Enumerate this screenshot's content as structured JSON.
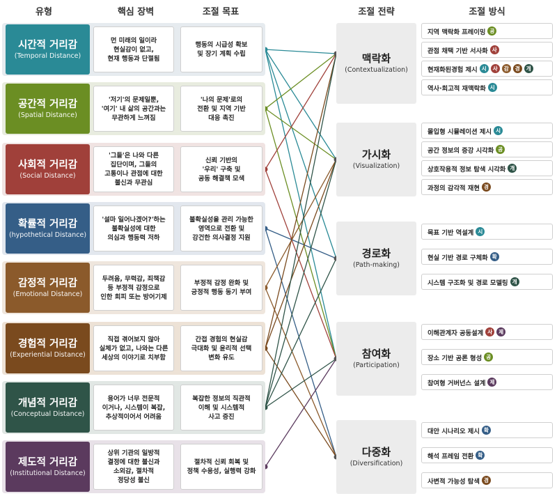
{
  "headers": {
    "type": "유형",
    "barrier": "핵심 장벽",
    "goal": "조절 목표",
    "strategy": "조절 전략",
    "method": "조절 방식"
  },
  "tag_colors": {
    "공": "#6b8e23",
    "사": "#a0403a",
    "시": "#2a8a96",
    "감": "#8b5a2b",
    "경": "#7a4a1e",
    "개": "#2f5448",
    "확": "#355e87",
    "제": "#5b3a5e"
  },
  "types": [
    {
      "id": "temporal",
      "title": "시간적 거리감",
      "subtitle": "(Temporal Distance)",
      "color": "#2a8a96",
      "band": "#e6ebef",
      "barrier": "먼 미래의 일이라\n현실감이 없고,\n현재 행동과 단절됨",
      "goal": "행동의 시급성 확보\n및 장기 계획 수립",
      "links": [
        0,
        1,
        2,
        3
      ]
    },
    {
      "id": "spatial",
      "title": "공간적 거리감",
      "subtitle": "(Spatial Distance)",
      "color": "#6b8e23",
      "band": "#e8ecdf",
      "barrier": "'저기'의 문제일뿐,\n'여기' 내 삶의 공간과는\n무관하게 느껴짐",
      "goal": "'나의 문제'로의\n전환 및 지역 기반\n대응 촉진",
      "links": [
        0,
        1,
        3
      ]
    },
    {
      "id": "social",
      "title": "사회적 거리감",
      "subtitle": "(Social Distance)",
      "color": "#a0403a",
      "band": "#f0e3e2",
      "barrier": "'그들'은 나와 다른\n집단이며, 그들의\n고통이나 관점에 대한\n불신과 무관심",
      "goal": "신뢰 기반의\n'우리' 구축 및\n공동 해결책 모색",
      "links": [
        0,
        3
      ]
    },
    {
      "id": "hypothetical",
      "title": "확률적 거리감",
      "subtitle": "(hypothetical Distance)",
      "color": "#355e87",
      "band": "#e2e7ee",
      "barrier": "'설마 일어나겠어?'하는\n불확실성에 대한\n의심과 행동력 저하",
      "goal": "불확실성을 관리 가능한\n영역으로 전환 및\n강건한 의사결정 지원",
      "links": [
        2,
        4
      ]
    },
    {
      "id": "emotional",
      "title": "감정적 거리감",
      "subtitle": "(Emotional Distance)",
      "color": "#8b5a2b",
      "band": "#efe6dd",
      "barrier": "두려움, 무력감, 죄책감\n등 부정적 감정으로\n인한 회피 또는 방어기제",
      "goal": "부정적 감정 완화 및\n긍정적 행동 동기 부여",
      "links": [
        1,
        4
      ]
    },
    {
      "id": "experiential",
      "title": "경험적 거리감",
      "subtitle": "(Experiential Distance)",
      "color": "#7a4a1e",
      "band": "#ede2d6",
      "barrier": "직접 겪어보지 않아\n실체가 없고, 나와는 다른\n세상의 이야기로 치부함",
      "goal": "간접 경험의 현실감\n극대화 및 윤리적 선택\n변화 유도",
      "links": [
        0,
        1,
        4
      ]
    },
    {
      "id": "conceptual",
      "title": "개념적 거리감",
      "subtitle": "(Conceptual Distance)",
      "color": "#2f5448",
      "band": "#e1e7e4",
      "barrier": "용어가 너무 전문적\n이거나, 시스템이 복잡,\n추상적이어서 어려움",
      "goal": "복잡한 정보의 직관적\n이해 및 시스템적\n사고 증진",
      "links": [
        0,
        1,
        2,
        3
      ]
    },
    {
      "id": "institutional",
      "title": "제도적 거리감",
      "subtitle": "(Institutional Distance)",
      "color": "#5b3a5e",
      "band": "#e8e1e8",
      "barrier": "상위 기관의 일방적\n결정에 대한 불신과\n소외감, 절차적\n정당성 불신",
      "goal": "절차적 신뢰 회복 및\n정책 수용성, 실행력 강화",
      "links": [
        3
      ]
    }
  ],
  "strategies": [
    {
      "id": "contextualization",
      "title": "맥락화",
      "subtitle": "(Contextualization)",
      "methods": [
        {
          "label": "지역 맥락화 프레이밍",
          "tags": [
            "공"
          ]
        },
        {
          "label": "관점 채택 기반 서사화",
          "tags": [
            "사"
          ]
        },
        {
          "label": "현재화된경험 제시",
          "tags": [
            "시",
            "사",
            "감",
            "경",
            "개"
          ]
        },
        {
          "label": "역사·회고적 재맥락화",
          "tags": [
            "시"
          ]
        }
      ]
    },
    {
      "id": "visualization",
      "title": "가시화",
      "subtitle": "(Visualization)",
      "methods": [
        {
          "label": "몰입형 시뮬레이션 제시",
          "tags": [
            "시"
          ]
        },
        {
          "label": "공간 정보의 증강 시각화",
          "tags": [
            "공"
          ]
        },
        {
          "label": "상호작용적 정보 탐색 시각화",
          "tags": [
            "개"
          ]
        },
        {
          "label": "과정의 감각적 재현",
          "tags": [
            "경"
          ]
        }
      ]
    },
    {
      "id": "path-making",
      "title": "경로화",
      "subtitle": "(Path-making)",
      "methods": [
        {
          "label": "목표 기반 역설계",
          "tags": [
            "시"
          ]
        },
        {
          "label": "현실 기반 경로 구체화",
          "tags": [
            "확"
          ]
        },
        {
          "label": "시스템 구조화 및 경로 모델링",
          "tags": [
            "개"
          ]
        }
      ]
    },
    {
      "id": "participation",
      "title": "참여화",
      "subtitle": "(Participation)",
      "methods": [
        {
          "label": "이해관계자 공동설계",
          "tags": [
            "사",
            "제"
          ]
        },
        {
          "label": "장소 기반 공론 형성",
          "tags": [
            "공"
          ]
        },
        {
          "label": "참여형 거버넌스 설계",
          "tags": [
            "제"
          ]
        }
      ]
    },
    {
      "id": "diversification",
      "title": "다중화",
      "subtitle": "(Diversification)",
      "methods": [
        {
          "label": "대안 시나리오 제시",
          "tags": [
            "확"
          ]
        },
        {
          "label": "해석 프레임 전환",
          "tags": [
            "확"
          ]
        },
        {
          "label": "사변적 가능성 탐색",
          "tags": [
            "경"
          ]
        }
      ]
    }
  ]
}
